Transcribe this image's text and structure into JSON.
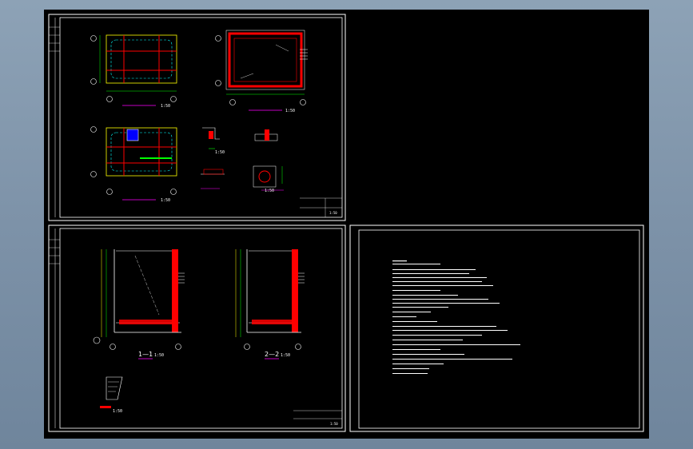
{
  "sheets": {
    "plans": {
      "scales": [
        "1:50",
        "1:50",
        "1:50",
        "1:50",
        "1:50"
      ],
      "title_block": [
        "1:50"
      ]
    },
    "sections": {
      "section_1": {
        "label": "1—1",
        "scale": "1:50"
      },
      "section_2": {
        "label": "2—2",
        "scale": "1:50"
      },
      "detail_scale": "1:50",
      "title_block": [
        "1:50"
      ]
    }
  },
  "colors": {
    "background": "#000000",
    "sheet_border": "#ffffff",
    "wall_rebar": "#ff0000",
    "grid_axis": "#ffff00",
    "dimension": "#00ff00",
    "title_underline": "#ff00ff",
    "hatch_fill": "#0000ff",
    "notes_text": "#ffffff"
  }
}
